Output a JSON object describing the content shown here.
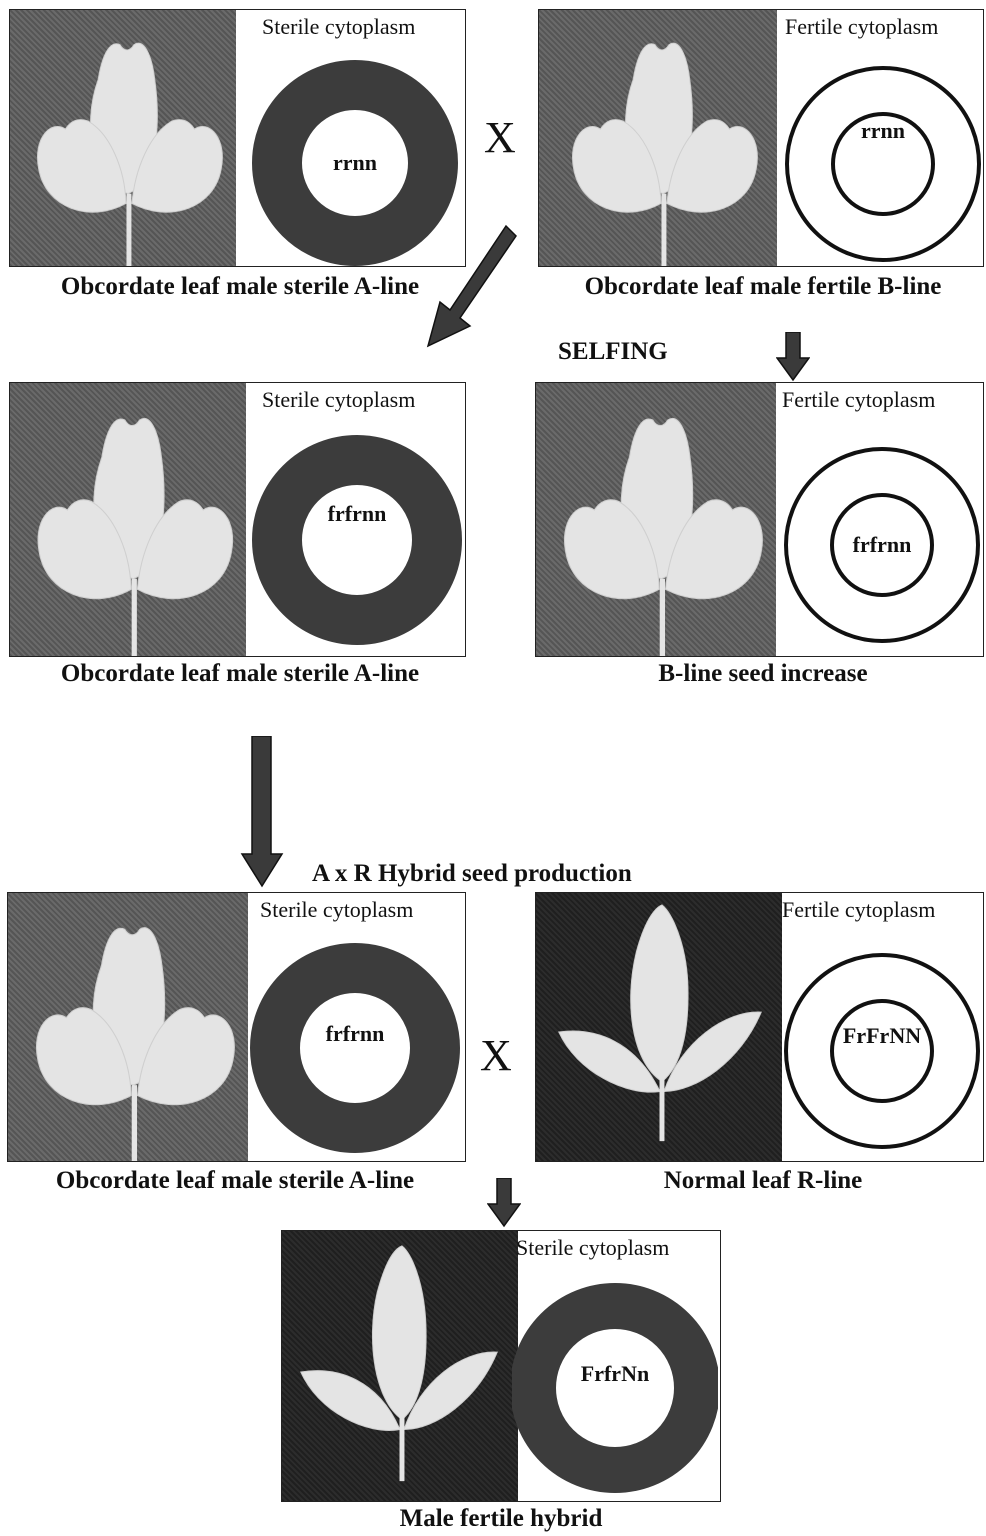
{
  "panels": {
    "a1": {
      "cytoplasm": "Sterile cytoplasm",
      "genotype": "rrnn",
      "caption": "Obcordate leaf male sterile  A-line"
    },
    "b1": {
      "cytoplasm": "Fertile cytoplasm",
      "genotype": "rrnn",
      "caption": "Obcordate leaf male fertile B-line"
    },
    "a2": {
      "cytoplasm": "Sterile cytoplasm",
      "genotype": "frfrnn",
      "caption": "Obcordate leaf male sterile  A-line"
    },
    "b2": {
      "cytoplasm": "Fertile cytoplasm",
      "genotype": "frfrnn",
      "caption": "B-line seed increase"
    },
    "a3": {
      "cytoplasm": "Sterile cytoplasm",
      "genotype": "frfrnn",
      "caption": "Obcordate leaf male sterile A-line"
    },
    "r3": {
      "cytoplasm": "Fertile cytoplasm",
      "genotype": "FrFrNN",
      "caption": "Normal leaf R-line"
    },
    "h4": {
      "cytoplasm": "Sterile cytoplasm",
      "genotype": "FrfrNn",
      "caption": "Male fertile hybrid"
    }
  },
  "cross_symbol": "X",
  "selfing_label": "SELFING",
  "hybrid_label": "A x R Hybrid seed production",
  "colors": {
    "ring_dark": "#3c3c3c",
    "leaf": "#e4e4e4",
    "photo_bg": "#5e5e5e",
    "photo_dark": "#262626"
  }
}
